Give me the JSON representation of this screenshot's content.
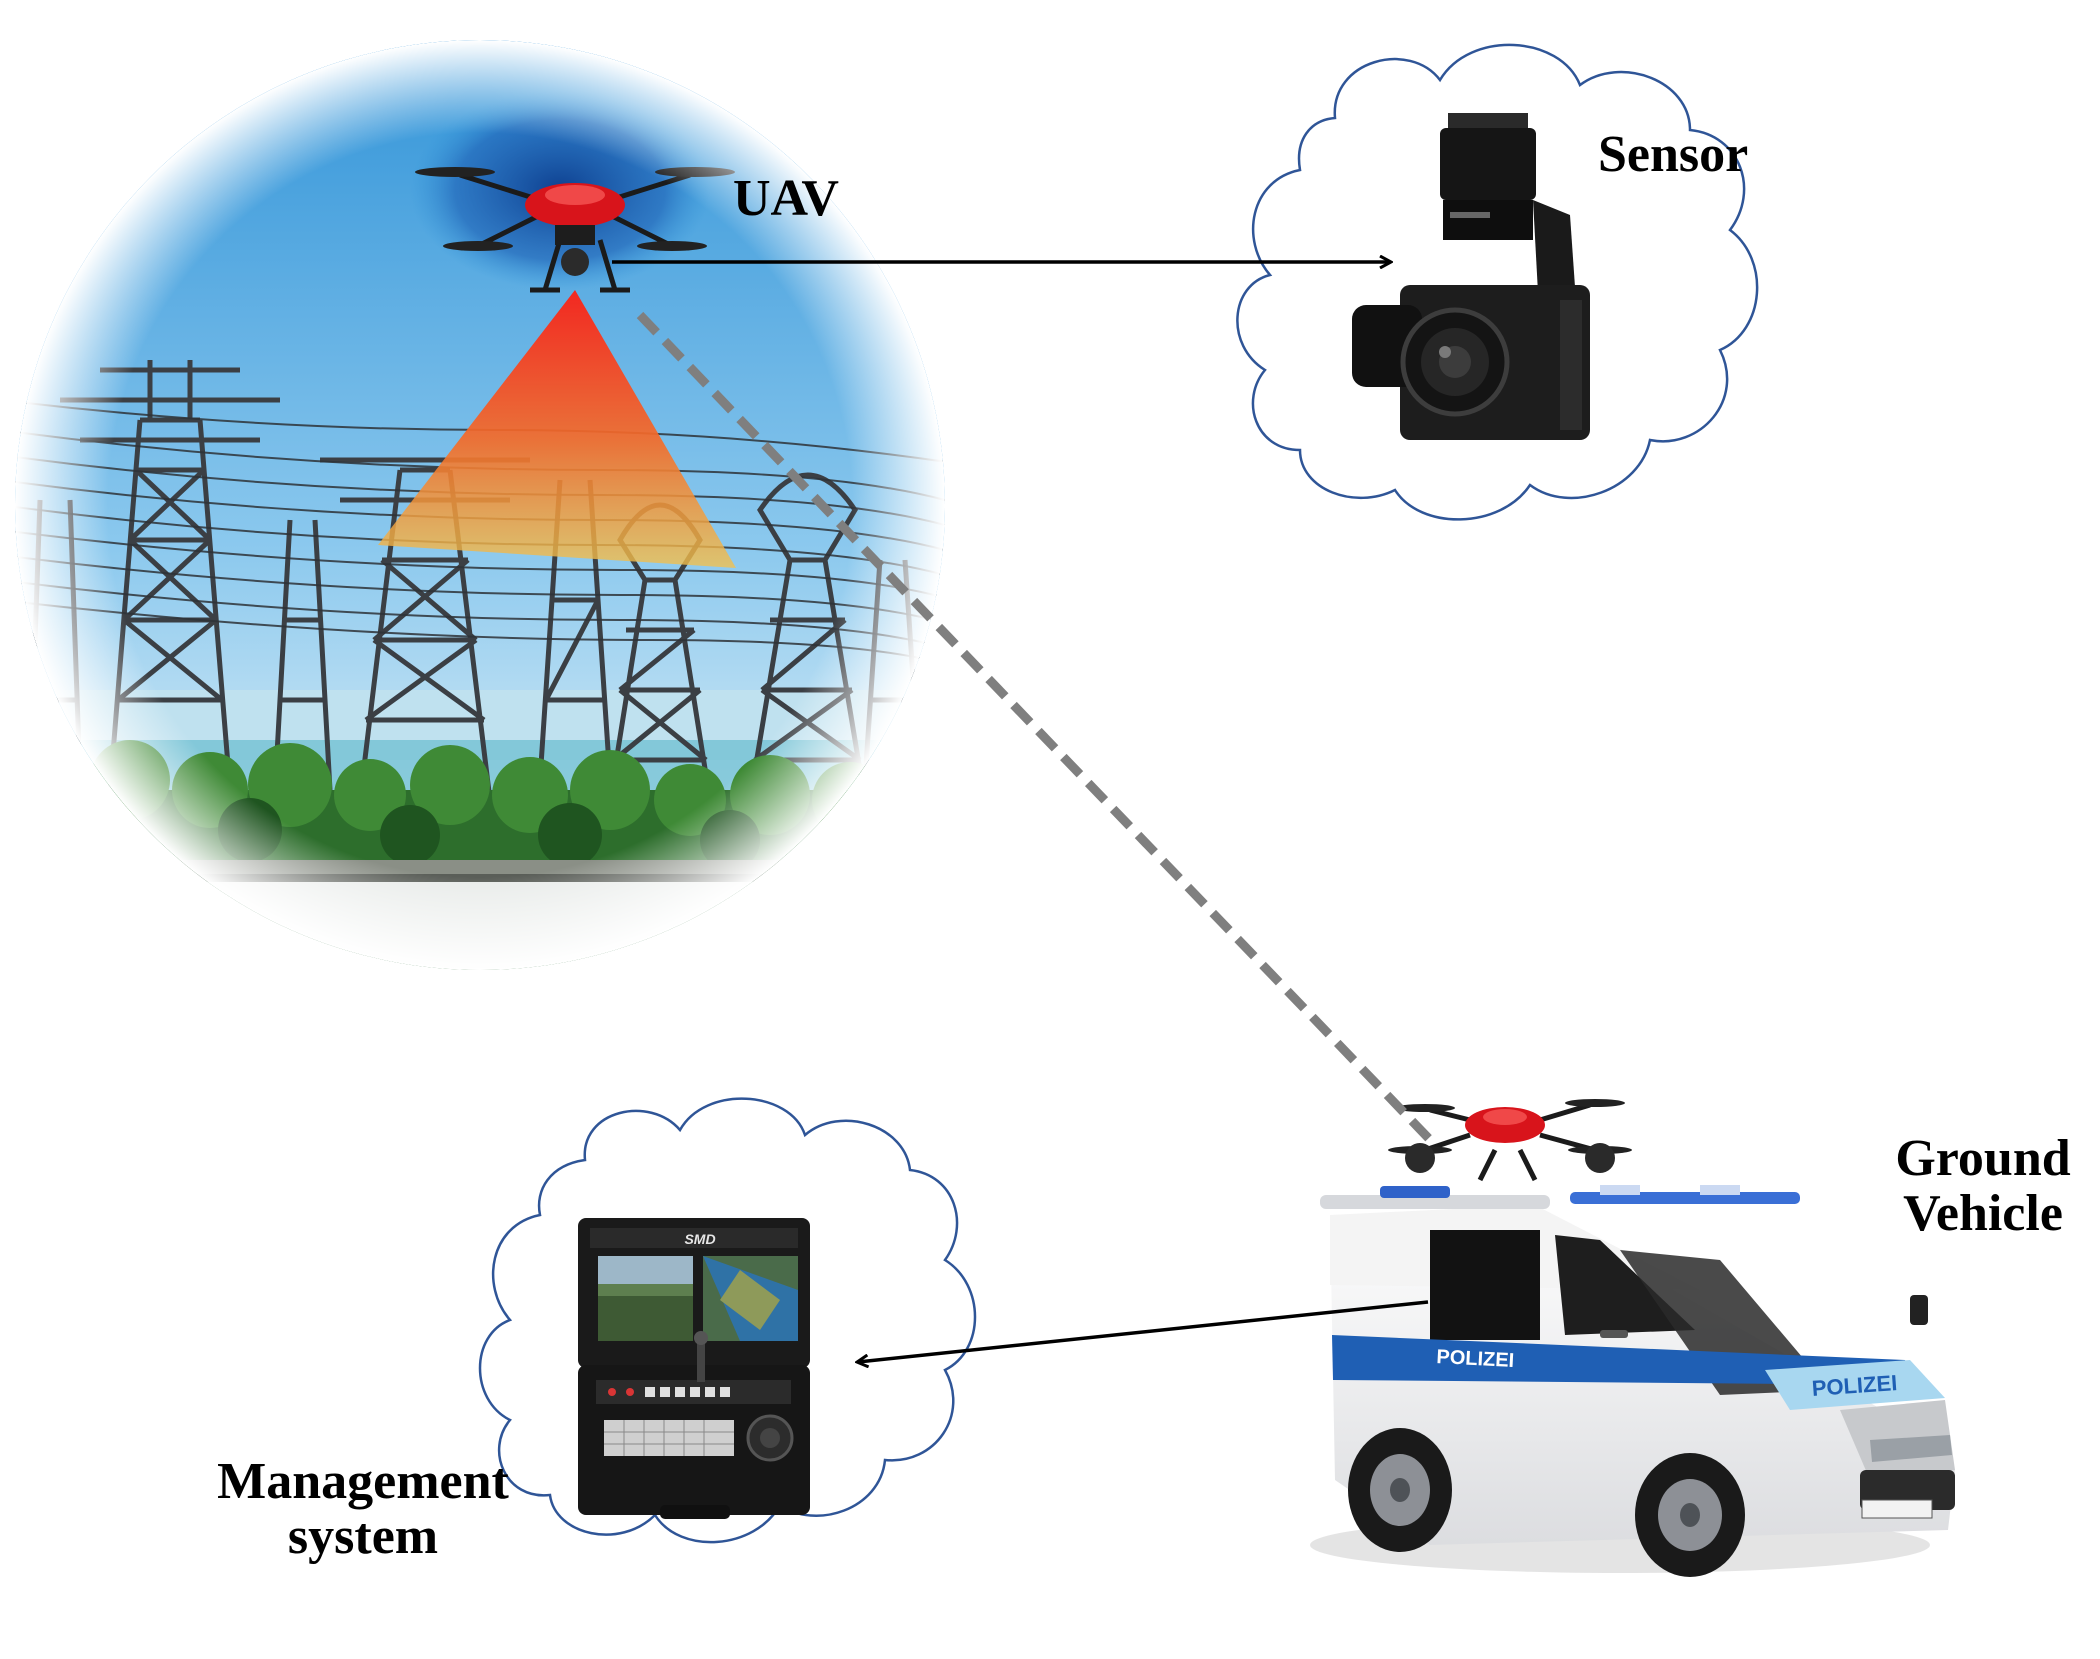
{
  "labels": {
    "uav": "UAV",
    "sensor": "Sensor",
    "ground_line1": "Ground",
    "ground_line2": "Vehicle",
    "mgmt_line1": "Management",
    "mgmt_line2": "system",
    "van_side_text": "POLIZEI",
    "van_hood_text": "POLIZEI",
    "console_brand": "SMD"
  },
  "colors": {
    "cloud_stroke": "#2f5597",
    "arrow": "#000000",
    "dashed_link": "#7f7f7f",
    "drone_red": "#d8141b",
    "van_stripe": "#1f5fb4",
    "sky": "#6fb9e8"
  }
}
